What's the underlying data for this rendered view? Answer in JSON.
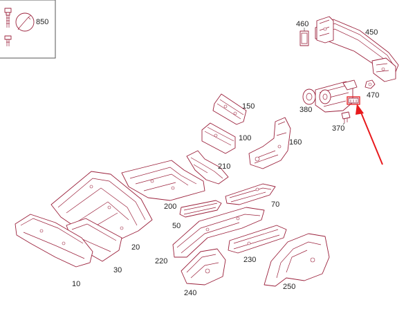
{
  "diagram": {
    "labels": {
      "p850": "850",
      "p460": "460",
      "p450": "450",
      "p470": "470",
      "p380": "380",
      "p370": "370",
      "p150": "150",
      "p100": "100",
      "p160": "160",
      "p210": "210",
      "p200": "200",
      "p70": "70",
      "p50": "50",
      "p20": "20",
      "p30": "30",
      "p10": "10",
      "p220": "220",
      "p230": "230",
      "p240": "240",
      "p250": "250"
    },
    "colors": {
      "part_line": "#9a1f3a",
      "callout_arrow": "#e8191c",
      "label_text": "#222222"
    },
    "icons": {
      "inset_symbol": "wrench-in-circle-icon",
      "callout": "red-arrow-icon"
    }
  }
}
